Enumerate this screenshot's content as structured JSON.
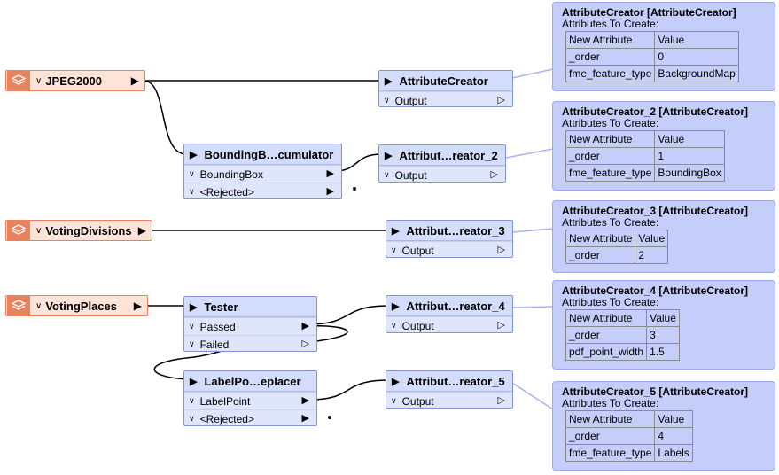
{
  "readers": [
    {
      "id": "jpeg",
      "name": "JPEG2000"
    },
    {
      "id": "vdiv",
      "name": "VotingDivisions"
    },
    {
      "id": "vpl",
      "name": "VotingPlaces"
    }
  ],
  "transformers": [
    {
      "id": "ac1",
      "title": "AttributeCreator",
      "ports": [
        "Output"
      ]
    },
    {
      "id": "bb",
      "title": "BoundingB…cumulator",
      "ports": [
        "BoundingBox",
        "<Rejected>"
      ]
    },
    {
      "id": "ac2",
      "title": "Attribut…reator_2",
      "ports": [
        "Output"
      ]
    },
    {
      "id": "ac3",
      "title": "Attribut…reator_3",
      "ports": [
        "Output"
      ]
    },
    {
      "id": "tester",
      "title": "Tester",
      "ports": [
        "Passed",
        "Failed"
      ]
    },
    {
      "id": "lp",
      "title": "LabelPo…eplacer",
      "ports": [
        "LabelPoint",
        "<Rejected>"
      ]
    },
    {
      "id": "ac4",
      "title": "Attribut…reator_4",
      "ports": [
        "Output"
      ]
    },
    {
      "id": "ac5",
      "title": "Attribut…reator_5",
      "ports": [
        "Output"
      ]
    }
  ],
  "annotations": [
    {
      "title": "AttributeCreator [AttributeCreator]",
      "subtitle": "Attributes To Create:",
      "rows": [
        [
          "New Attribute",
          "Value"
        ],
        [
          "_order",
          "0"
        ],
        [
          "fme_feature_type",
          "BackgroundMap"
        ]
      ]
    },
    {
      "title": "AttributeCreator_2 [AttributeCreator]",
      "subtitle": "Attributes To Create:",
      "rows": [
        [
          "New Attribute",
          "Value"
        ],
        [
          "_order",
          "1"
        ],
        [
          "fme_feature_type",
          "BoundingBox"
        ]
      ]
    },
    {
      "title": "AttributeCreator_3 [AttributeCreator]",
      "subtitle": "Attributes To Create:",
      "rows": [
        [
          "New Attribute",
          "Value"
        ],
        [
          "_order",
          "2"
        ]
      ]
    },
    {
      "title": "AttributeCreator_4 [AttributeCreator]",
      "subtitle": "Attributes To Create:",
      "rows": [
        [
          "New Attribute",
          "Value"
        ],
        [
          "_order",
          "3"
        ],
        [
          "pdf_point_width",
          "1.5"
        ]
      ]
    },
    {
      "title": "AttributeCreator_5 [AttributeCreator]",
      "subtitle": "Attributes To Create:",
      "rows": [
        [
          "New Attribute",
          "Value"
        ],
        [
          "_order",
          "4"
        ],
        [
          "fme_feature_type",
          "Labels"
        ]
      ]
    }
  ],
  "colors": {
    "reader_fill": "#fde3d8",
    "reader_border": "#e8825f",
    "transformer_fill": "#dfe6fc",
    "transformer_border": "#7f95d8",
    "annotation_fill": "#c5cdfa"
  }
}
